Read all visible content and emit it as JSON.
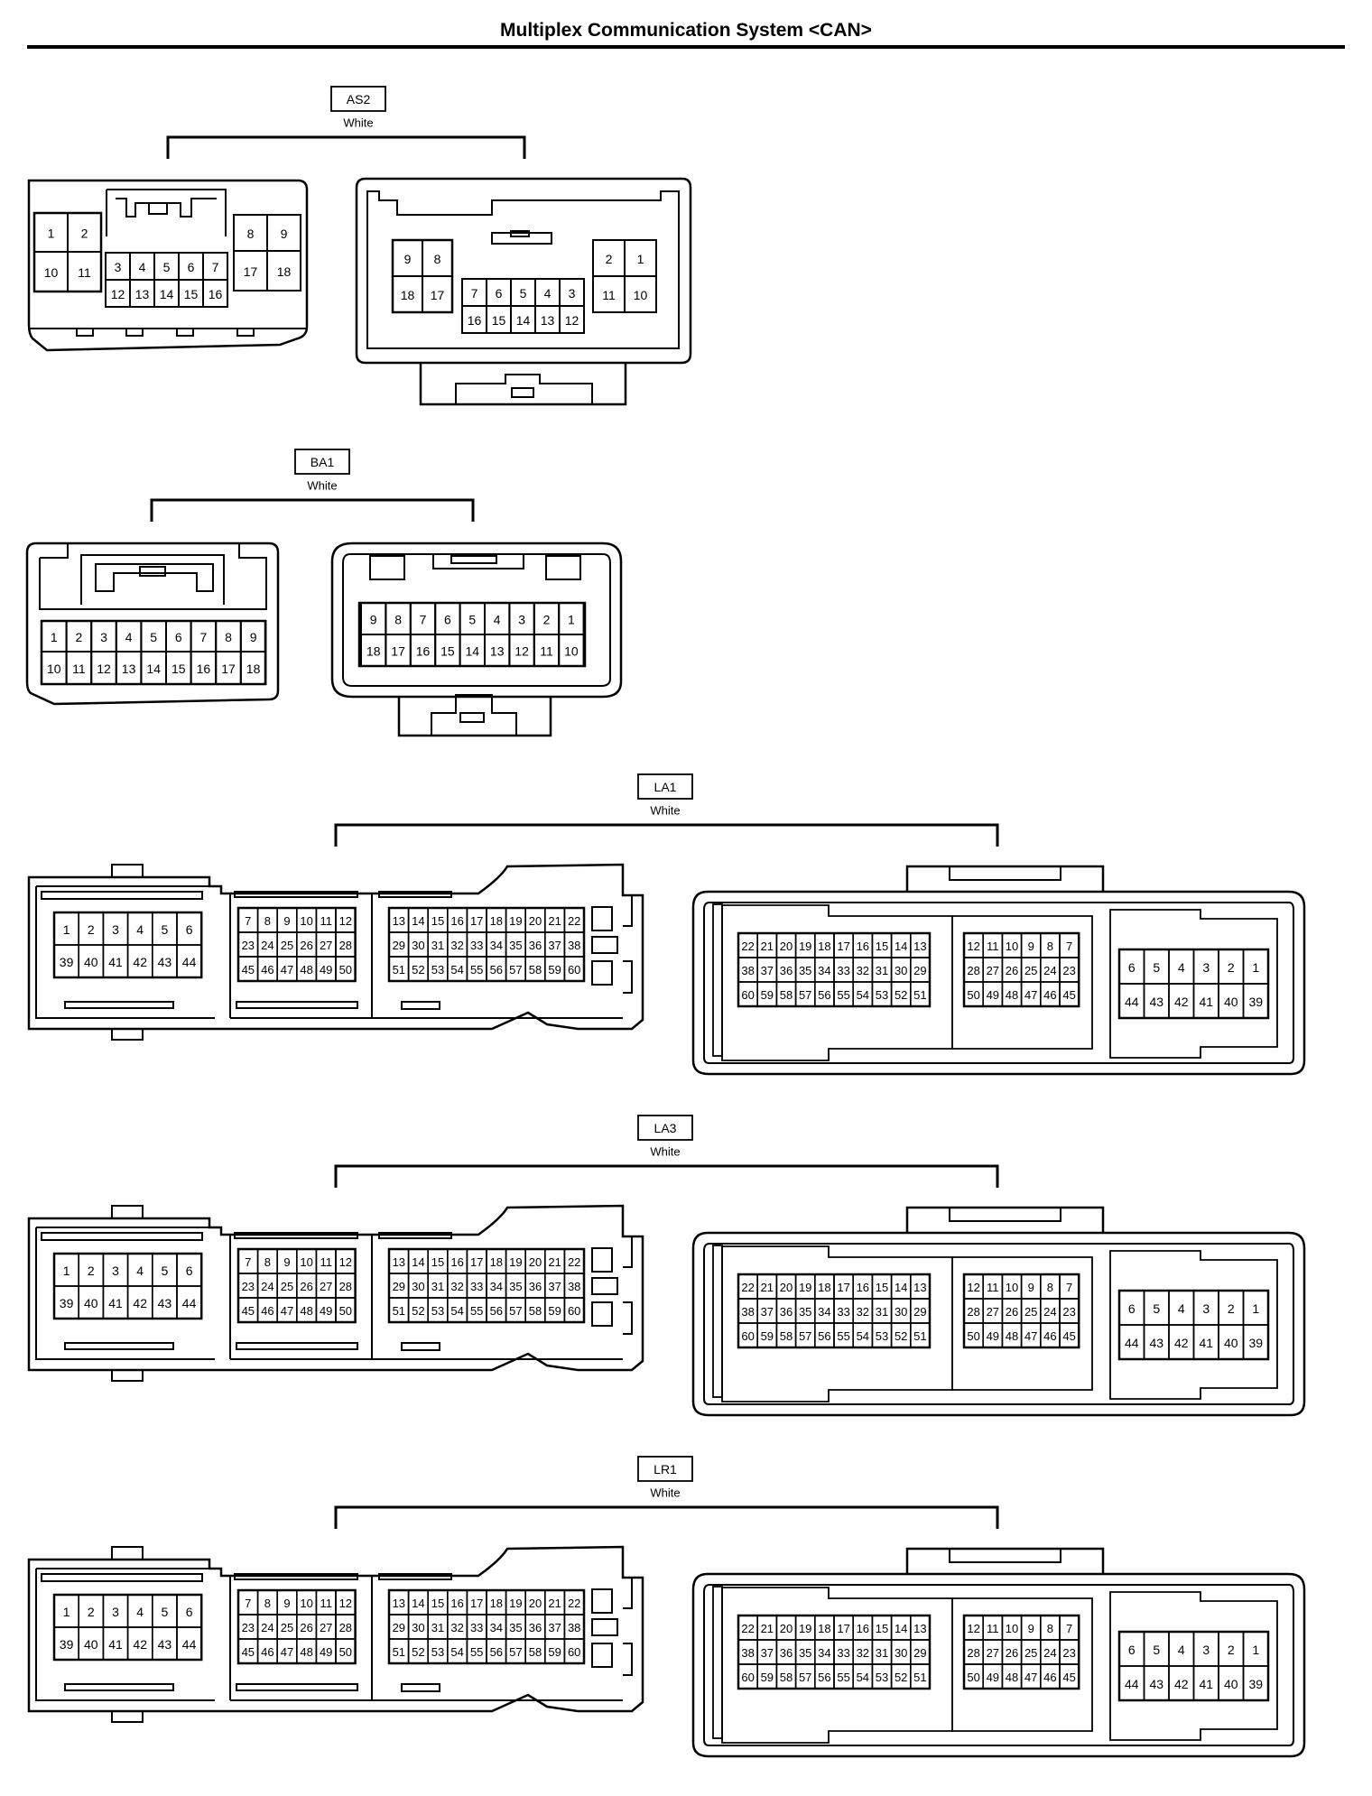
{
  "page": {
    "title": "Multiplex Communication System <CAN>"
  },
  "connectors": [
    {
      "name": "AS2",
      "color": "White",
      "left": {
        "upper_left": [
          "1",
          "2"
        ],
        "lower_left": [
          "10",
          "11"
        ],
        "center_top": [
          "3",
          "4",
          "5",
          "6",
          "7"
        ],
        "center_bottom": [
          "12",
          "13",
          "14",
          "15",
          "16"
        ],
        "upper_right": [
          "8",
          "9"
        ],
        "lower_right": [
          "17",
          "18"
        ]
      },
      "right": {
        "upper_left": [
          "9",
          "8"
        ],
        "lower_left": [
          "18",
          "17"
        ],
        "center_top": [
          "7",
          "6",
          "5",
          "4",
          "3"
        ],
        "center_bottom": [
          "16",
          "15",
          "14",
          "13",
          "12"
        ],
        "upper_right": [
          "2",
          "1"
        ],
        "lower_right": [
          "11",
          "10"
        ]
      }
    },
    {
      "name": "BA1",
      "color": "White",
      "left": {
        "row1": [
          "1",
          "2",
          "3",
          "4",
          "5",
          "6",
          "7",
          "8",
          "9"
        ],
        "row2": [
          "10",
          "11",
          "12",
          "13",
          "14",
          "15",
          "16",
          "17",
          "18"
        ]
      },
      "right": {
        "row1": [
          "9",
          "8",
          "7",
          "6",
          "5",
          "4",
          "3",
          "2",
          "1"
        ],
        "row2": [
          "18",
          "17",
          "16",
          "15",
          "14",
          "13",
          "12",
          "11",
          "10"
        ]
      }
    },
    {
      "name": "LA1",
      "color": "White",
      "left": {
        "b1": [
          [
            "1",
            "2",
            "3",
            "4",
            "5",
            "6"
          ],
          [
            "39",
            "40",
            "41",
            "42",
            "43",
            "44"
          ]
        ],
        "b2": [
          [
            "7",
            "8",
            "9",
            "10",
            "11",
            "12"
          ],
          [
            "23",
            "24",
            "25",
            "26",
            "27",
            "28"
          ],
          [
            "45",
            "46",
            "47",
            "48",
            "49",
            "50"
          ]
        ],
        "b3": [
          [
            "13",
            "14",
            "15",
            "16",
            "17",
            "18",
            "19",
            "20",
            "21",
            "22"
          ],
          [
            "29",
            "30",
            "31",
            "32",
            "33",
            "34",
            "35",
            "36",
            "37",
            "38"
          ],
          [
            "51",
            "52",
            "53",
            "54",
            "55",
            "56",
            "57",
            "58",
            "59",
            "60"
          ]
        ]
      },
      "right": {
        "b1": [
          [
            "22",
            "21",
            "20",
            "19",
            "18",
            "17",
            "16",
            "15",
            "14",
            "13"
          ],
          [
            "38",
            "37",
            "36",
            "35",
            "34",
            "33",
            "32",
            "31",
            "30",
            "29"
          ],
          [
            "60",
            "59",
            "58",
            "57",
            "56",
            "55",
            "54",
            "53",
            "52",
            "51"
          ]
        ],
        "b2": [
          [
            "12",
            "11",
            "10",
            "9",
            "8",
            "7"
          ],
          [
            "28",
            "27",
            "26",
            "25",
            "24",
            "23"
          ],
          [
            "50",
            "49",
            "48",
            "47",
            "46",
            "45"
          ]
        ],
        "b3": [
          [
            "6",
            "5",
            "4",
            "3",
            "2",
            "1"
          ],
          [
            "44",
            "43",
            "42",
            "41",
            "40",
            "39"
          ]
        ]
      }
    },
    {
      "name": "LA3",
      "color": "White",
      "left": {
        "b1": [
          [
            "1",
            "2",
            "3",
            "4",
            "5",
            "6"
          ],
          [
            "39",
            "40",
            "41",
            "42",
            "43",
            "44"
          ]
        ],
        "b2": [
          [
            "7",
            "8",
            "9",
            "10",
            "11",
            "12"
          ],
          [
            "23",
            "24",
            "25",
            "26",
            "27",
            "28"
          ],
          [
            "45",
            "46",
            "47",
            "48",
            "49",
            "50"
          ]
        ],
        "b3": [
          [
            "13",
            "14",
            "15",
            "16",
            "17",
            "18",
            "19",
            "20",
            "21",
            "22"
          ],
          [
            "29",
            "30",
            "31",
            "32",
            "33",
            "34",
            "35",
            "36",
            "37",
            "38"
          ],
          [
            "51",
            "52",
            "53",
            "54",
            "55",
            "56",
            "57",
            "58",
            "59",
            "60"
          ]
        ]
      },
      "right": {
        "b1": [
          [
            "22",
            "21",
            "20",
            "19",
            "18",
            "17",
            "16",
            "15",
            "14",
            "13"
          ],
          [
            "38",
            "37",
            "36",
            "35",
            "34",
            "33",
            "32",
            "31",
            "30",
            "29"
          ],
          [
            "60",
            "59",
            "58",
            "57",
            "56",
            "55",
            "54",
            "53",
            "52",
            "51"
          ]
        ],
        "b2": [
          [
            "12",
            "11",
            "10",
            "9",
            "8",
            "7"
          ],
          [
            "28",
            "27",
            "26",
            "25",
            "24",
            "23"
          ],
          [
            "50",
            "49",
            "48",
            "47",
            "46",
            "45"
          ]
        ],
        "b3": [
          [
            "6",
            "5",
            "4",
            "3",
            "2",
            "1"
          ],
          [
            "44",
            "43",
            "42",
            "41",
            "40",
            "39"
          ]
        ]
      }
    },
    {
      "name": "LR1",
      "color": "White",
      "left": {
        "b1": [
          [
            "1",
            "2",
            "3",
            "4",
            "5",
            "6"
          ],
          [
            "39",
            "40",
            "41",
            "42",
            "43",
            "44"
          ]
        ],
        "b2": [
          [
            "7",
            "8",
            "9",
            "10",
            "11",
            "12"
          ],
          [
            "23",
            "24",
            "25",
            "26",
            "27",
            "28"
          ],
          [
            "45",
            "46",
            "47",
            "48",
            "49",
            "50"
          ]
        ],
        "b3": [
          [
            "13",
            "14",
            "15",
            "16",
            "17",
            "18",
            "19",
            "20",
            "21",
            "22"
          ],
          [
            "29",
            "30",
            "31",
            "32",
            "33",
            "34",
            "35",
            "36",
            "37",
            "38"
          ],
          [
            "51",
            "52",
            "53",
            "54",
            "55",
            "56",
            "57",
            "58",
            "59",
            "60"
          ]
        ]
      },
      "right": {
        "b1": [
          [
            "22",
            "21",
            "20",
            "19",
            "18",
            "17",
            "16",
            "15",
            "14",
            "13"
          ],
          [
            "38",
            "37",
            "36",
            "35",
            "34",
            "33",
            "32",
            "31",
            "30",
            "29"
          ],
          [
            "60",
            "59",
            "58",
            "57",
            "56",
            "55",
            "54",
            "53",
            "52",
            "51"
          ]
        ],
        "b2": [
          [
            "12",
            "11",
            "10",
            "9",
            "8",
            "7"
          ],
          [
            "28",
            "27",
            "26",
            "25",
            "24",
            "23"
          ],
          [
            "50",
            "49",
            "48",
            "47",
            "46",
            "45"
          ]
        ],
        "b3": [
          [
            "6",
            "5",
            "4",
            "3",
            "2",
            "1"
          ],
          [
            "44",
            "43",
            "42",
            "41",
            "40",
            "39"
          ]
        ]
      }
    }
  ]
}
